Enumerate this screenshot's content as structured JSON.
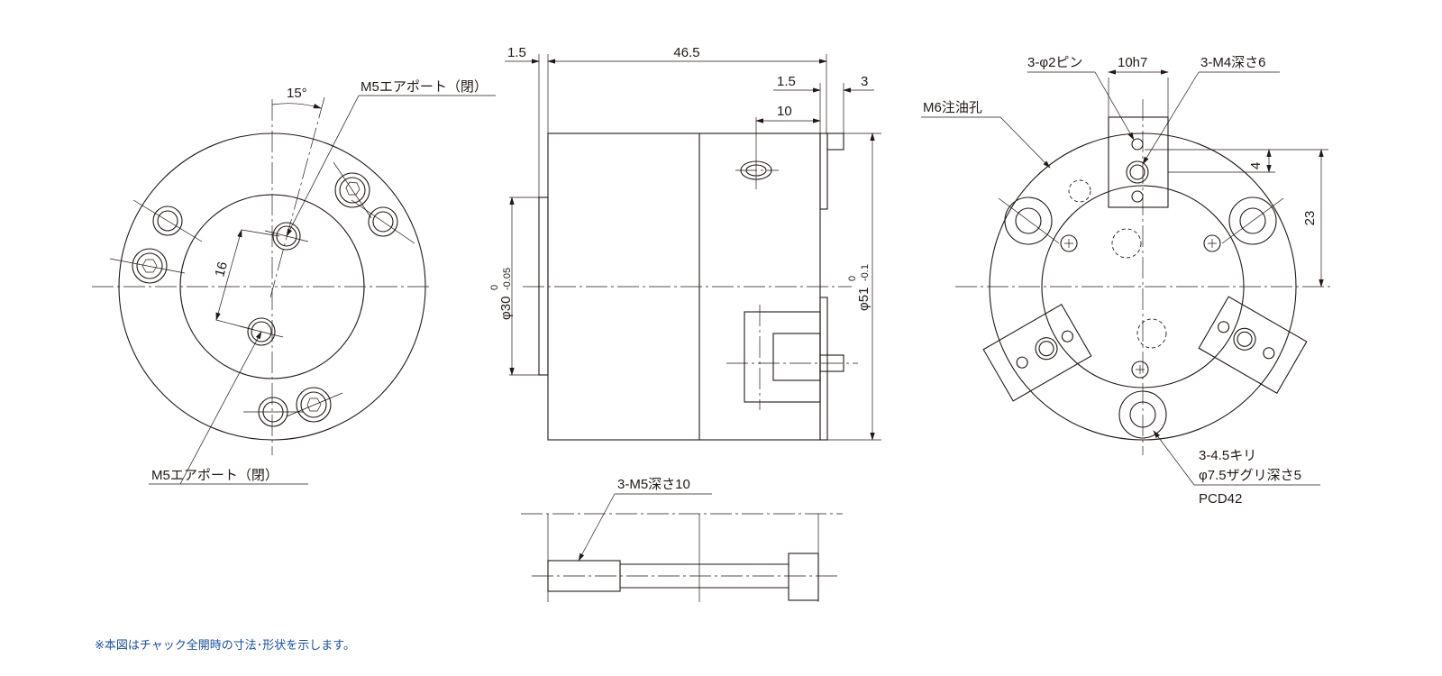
{
  "left_view": {
    "angle_label": "15°",
    "port_top_label": "M5エアポート（閉）",
    "port_bottom_label": "M5エアポート（閉）",
    "dim_16": "16"
  },
  "side_view": {
    "dim_1_5_left": "1.5",
    "dim_46_5": "46.5",
    "dim_1_5_right": "1.5",
    "dim_3": "3",
    "dim_10": "10",
    "dia30_main": "φ30",
    "dia30_upper": "0",
    "dia30_lower": "-0.05",
    "dia51_main": "φ51",
    "dia51_upper": "0",
    "dia51_lower": "-0.1"
  },
  "bottom_view": {
    "thread_label": "3-M5深さ10"
  },
  "right_view": {
    "pin_label": "3-φ2ピン",
    "width_label": "10h7",
    "tap_label": "3-M4深さ6",
    "oil_label": "M6注油孔",
    "dim_4": "4",
    "dim_23": "23",
    "hole_line1": "3-4.5キリ",
    "hole_line2": "φ7.5ザグリ深さ5",
    "hole_line3": "PCD42"
  },
  "footnote": "※本図はチャック全開時の寸法･形状を示します。"
}
